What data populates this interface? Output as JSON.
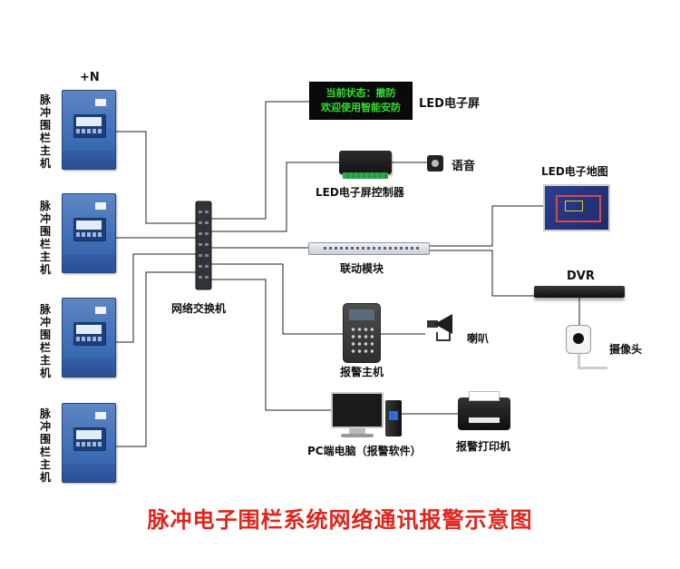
{
  "diagram": {
    "top_marker": "+N",
    "host_label": "脉冲围栏主机",
    "switch_label": "网络交换机",
    "led_screen_text_line1": "当前状态：撤防",
    "led_screen_text_line2": "欢迎使用智能安防",
    "led_screen_label": "LED电子屏",
    "led_controller_label": "LED电子屏控制器",
    "speaker_label": "语音",
    "led_map_label": "LED电子地图",
    "linkage_module_label": "联动模块",
    "dvr_label": "DVR",
    "camera_label": "摄像头",
    "alarm_host_label": "报警主机",
    "horn_label": "喇叭",
    "pc_label": "PC端电脑（报警软件）",
    "printer_label": "报警打印机",
    "title": "脉冲电子围栏系统网络通讯报警示意图",
    "colors": {
      "title": "#e0241b",
      "connector_line": "#222222",
      "host_blue": "#3e6eb6",
      "led_text_green": "#2fe02f"
    }
  }
}
